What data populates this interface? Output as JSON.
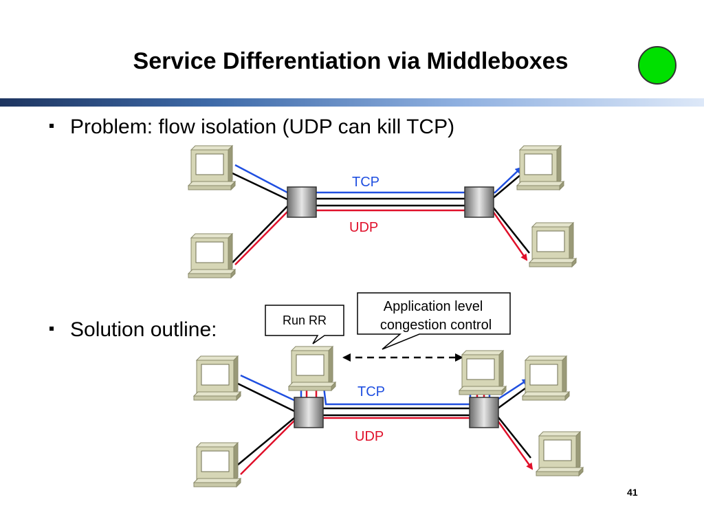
{
  "slide": {
    "title": "Service Differentiation via Middleboxes",
    "page_number": "41",
    "status_color": "#00e000"
  },
  "bullets": [
    {
      "text": "Problem: flow isolation (UDP can kill TCP)"
    },
    {
      "text": "Solution outline:"
    }
  ],
  "diagram": {
    "top": {
      "tcp_label": "TCP",
      "udp_label": "UDP"
    },
    "bottom": {
      "tcp_label": "TCP",
      "udp_label": "UDP",
      "callout_run_rr": "Run RR",
      "callout_app_line1": "Application level",
      "callout_app_line2": "congestion control"
    },
    "colors": {
      "tcp": "#1f4fe0",
      "udp": "#e0102a",
      "link": "#000000"
    }
  }
}
